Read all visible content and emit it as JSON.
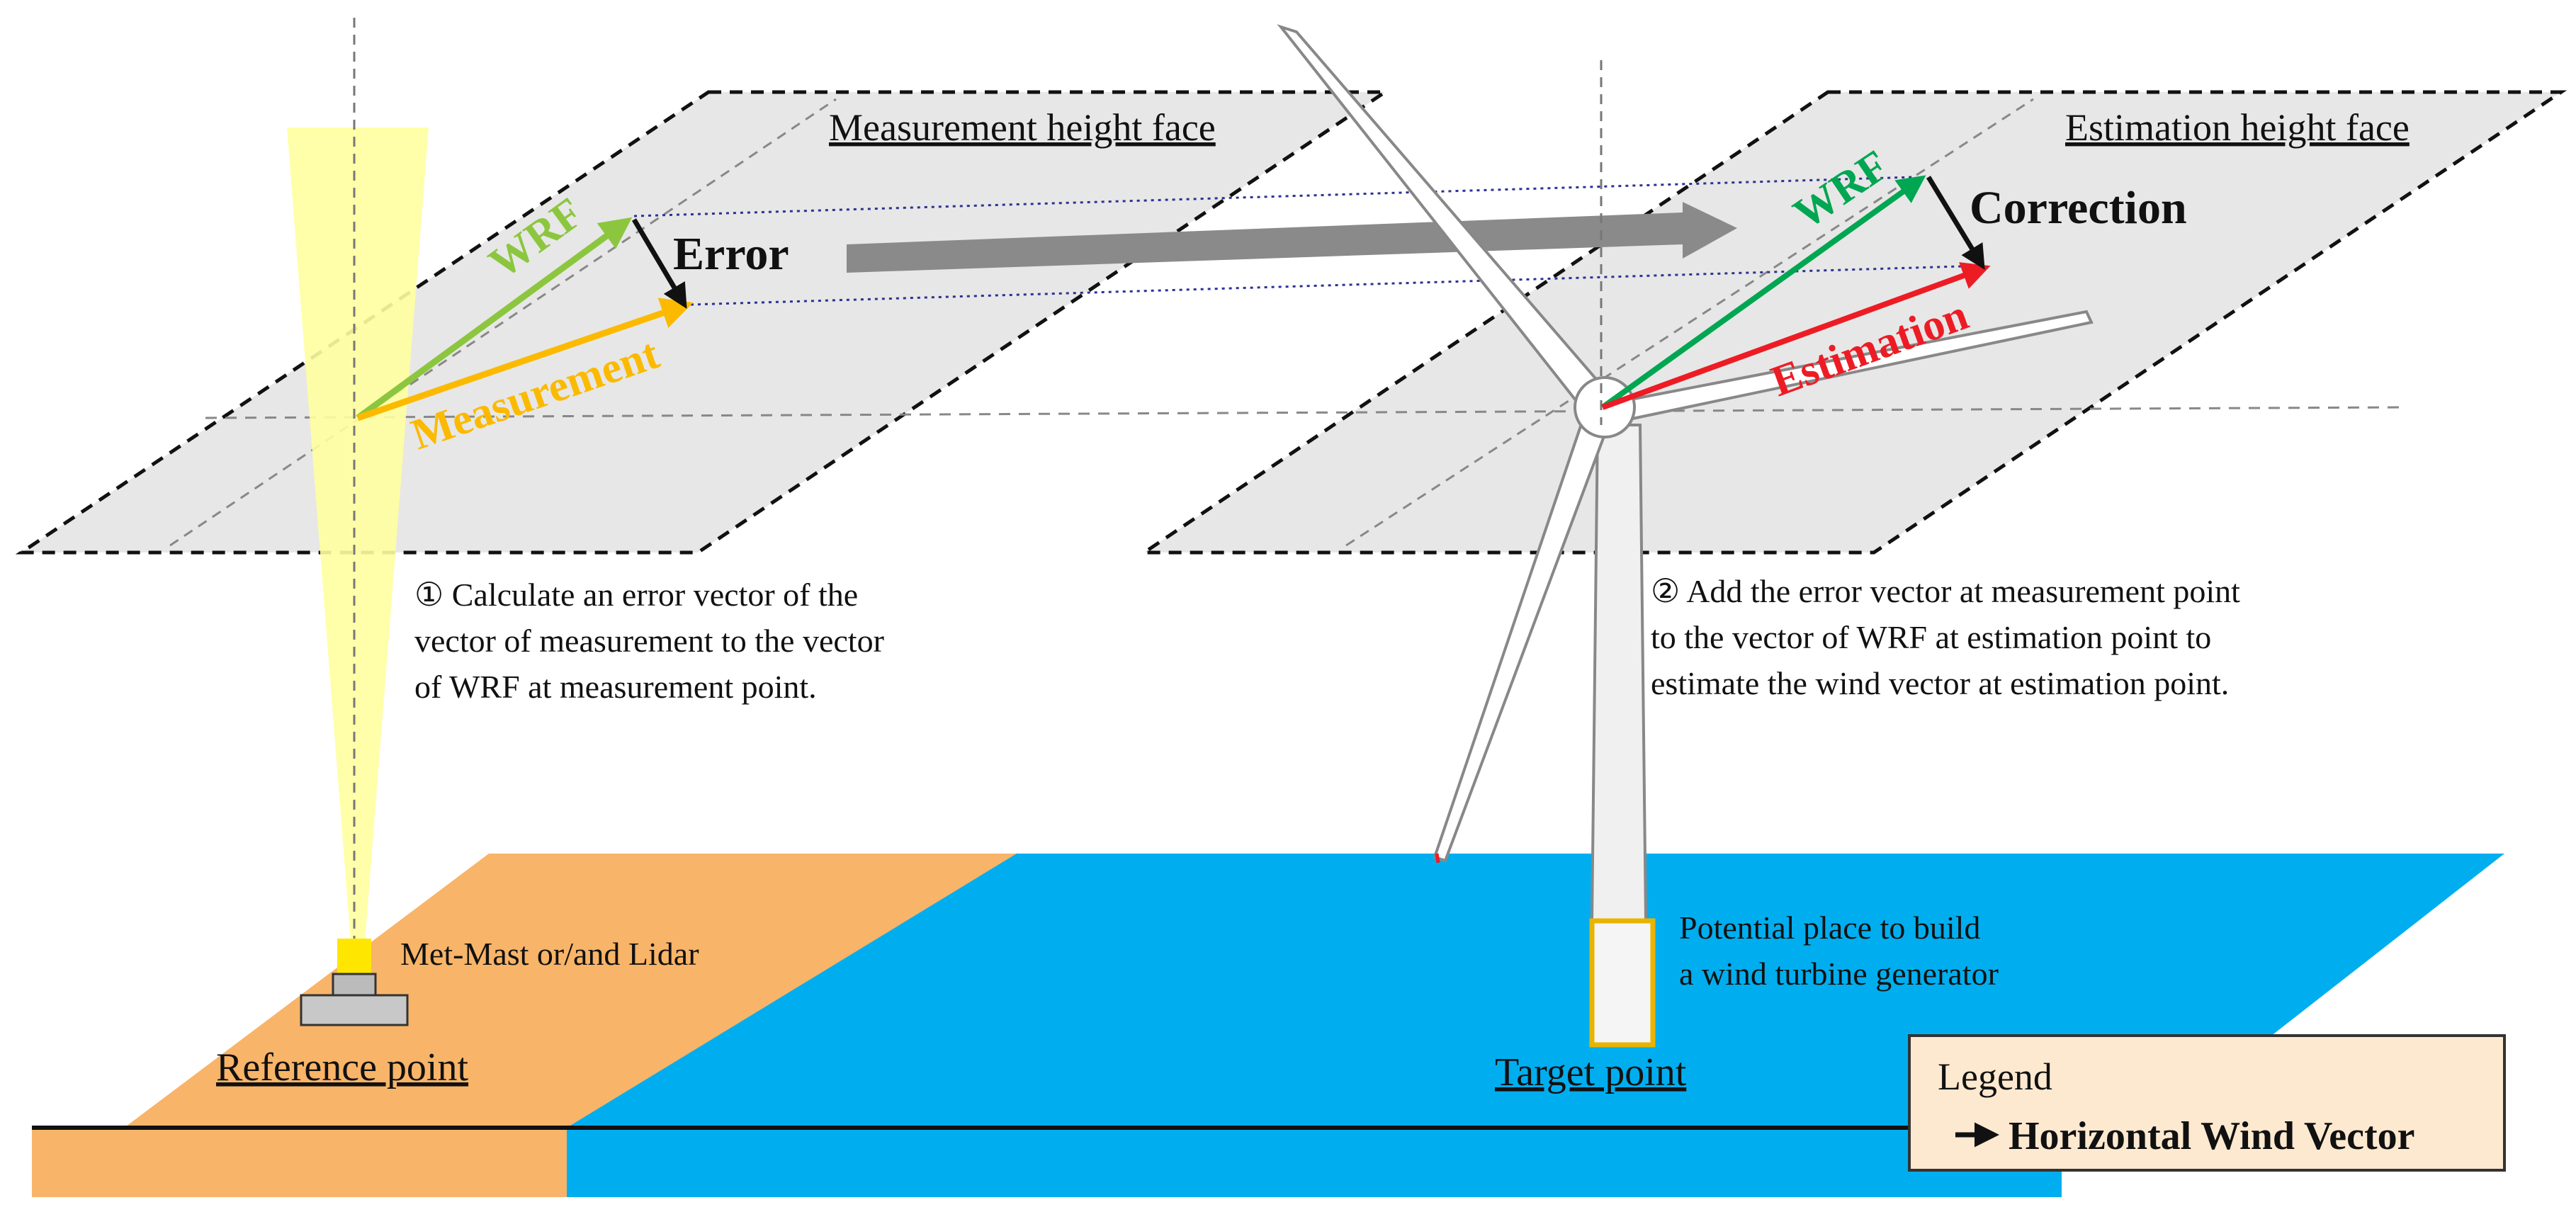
{
  "faces": {
    "measurement": "Measurement height face",
    "estimation": "Estimation height face"
  },
  "vectors": {
    "wrf_left": "WRF",
    "measurement": "Measurement",
    "error": "Error",
    "wrf_right": "WRF",
    "correction": "Correction",
    "estimation": "Estimation"
  },
  "steps": {
    "step1": [
      "① Calculate an error vector of the",
      "vector of measurement to the vector",
      "of WRF  at measurement point."
    ],
    "step2": [
      "② Add the error vector at measurement point",
      "to the vector of WRF at estimation point to",
      "estimate the wind vector at estimation point."
    ]
  },
  "labels": {
    "met_mast": "Met-Mast or/and Lidar",
    "reference_point": "Reference point",
    "potential_place": [
      "Potential place to build",
      "a wind turbine generator"
    ],
    "target_point": "Target point"
  },
  "legend": {
    "title": "Legend",
    "item": "Horizontal Wind Vector"
  },
  "colors": {
    "land": "#F8B468",
    "sea": "#00AEEF",
    "face": "#E3E3E3",
    "wrf_left": "#8CC63F",
    "measurement": "#FBBA00",
    "wrf_right": "#00A651",
    "estimation": "#ED1C24",
    "legend_bg": "#FDE9D0",
    "lidar_beam": "#FFFFA0"
  }
}
